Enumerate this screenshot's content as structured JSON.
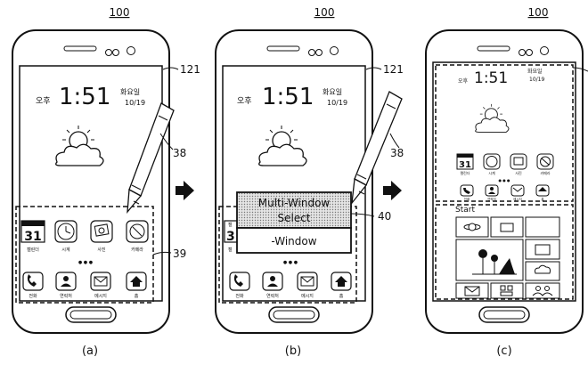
{
  "figure": {
    "panels": [
      {
        "id": "a",
        "ref_number": "100",
        "caption": "(a)",
        "status": {
          "ampm": "오후",
          "time": "1:51",
          "weekday": "화요일",
          "date": "10/19"
        },
        "labels": {
          "screen": "121",
          "pen": "38",
          "region": "39"
        },
        "app_labels": [
          "캘린더",
          "시계",
          "사진",
          "카메라"
        ],
        "dock_labels": [
          "전화",
          "연락처",
          "메시지",
          "홈"
        ],
        "calendar_day": "31",
        "page_dots": "● ● ●"
      },
      {
        "id": "b",
        "ref_number": "100",
        "caption": "(b)",
        "status": {
          "ampm": "오후",
          "time": "1:51",
          "weekday": "화요일",
          "date": "10/19"
        },
        "labels": {
          "screen": "121",
          "pen": "38",
          "popup": "40"
        },
        "popup": {
          "line1": "Multi-Window",
          "line2": "Select",
          "line3": "-Window"
        },
        "app_partial": {
          "top": "캘",
          "day": "3",
          "bottom": "캘"
        },
        "dock_labels": [
          "전화",
          "연락처",
          "메시지",
          "홈"
        ],
        "page_dots": "● ● ●"
      },
      {
        "id": "c",
        "ref_number": "100",
        "caption": "(c)",
        "status": {
          "ampm": "오후",
          "time": "1:51",
          "weekday": "화요일",
          "date": "10/19"
        },
        "app_labels": [
          "캘린더",
          "시계",
          "사진",
          "카메라"
        ],
        "dock_labels": [
          "전화",
          "연락처",
          "메시지",
          "홈"
        ],
        "calendar_day": "31",
        "start_label": "Start",
        "page_dots": "● ● ●"
      }
    ],
    "arrows": [
      "arrow-a-to-b",
      "arrow-b-to-c"
    ]
  },
  "colors": {
    "ink": "#111111",
    "popup_fill": "#d2d2d2"
  }
}
